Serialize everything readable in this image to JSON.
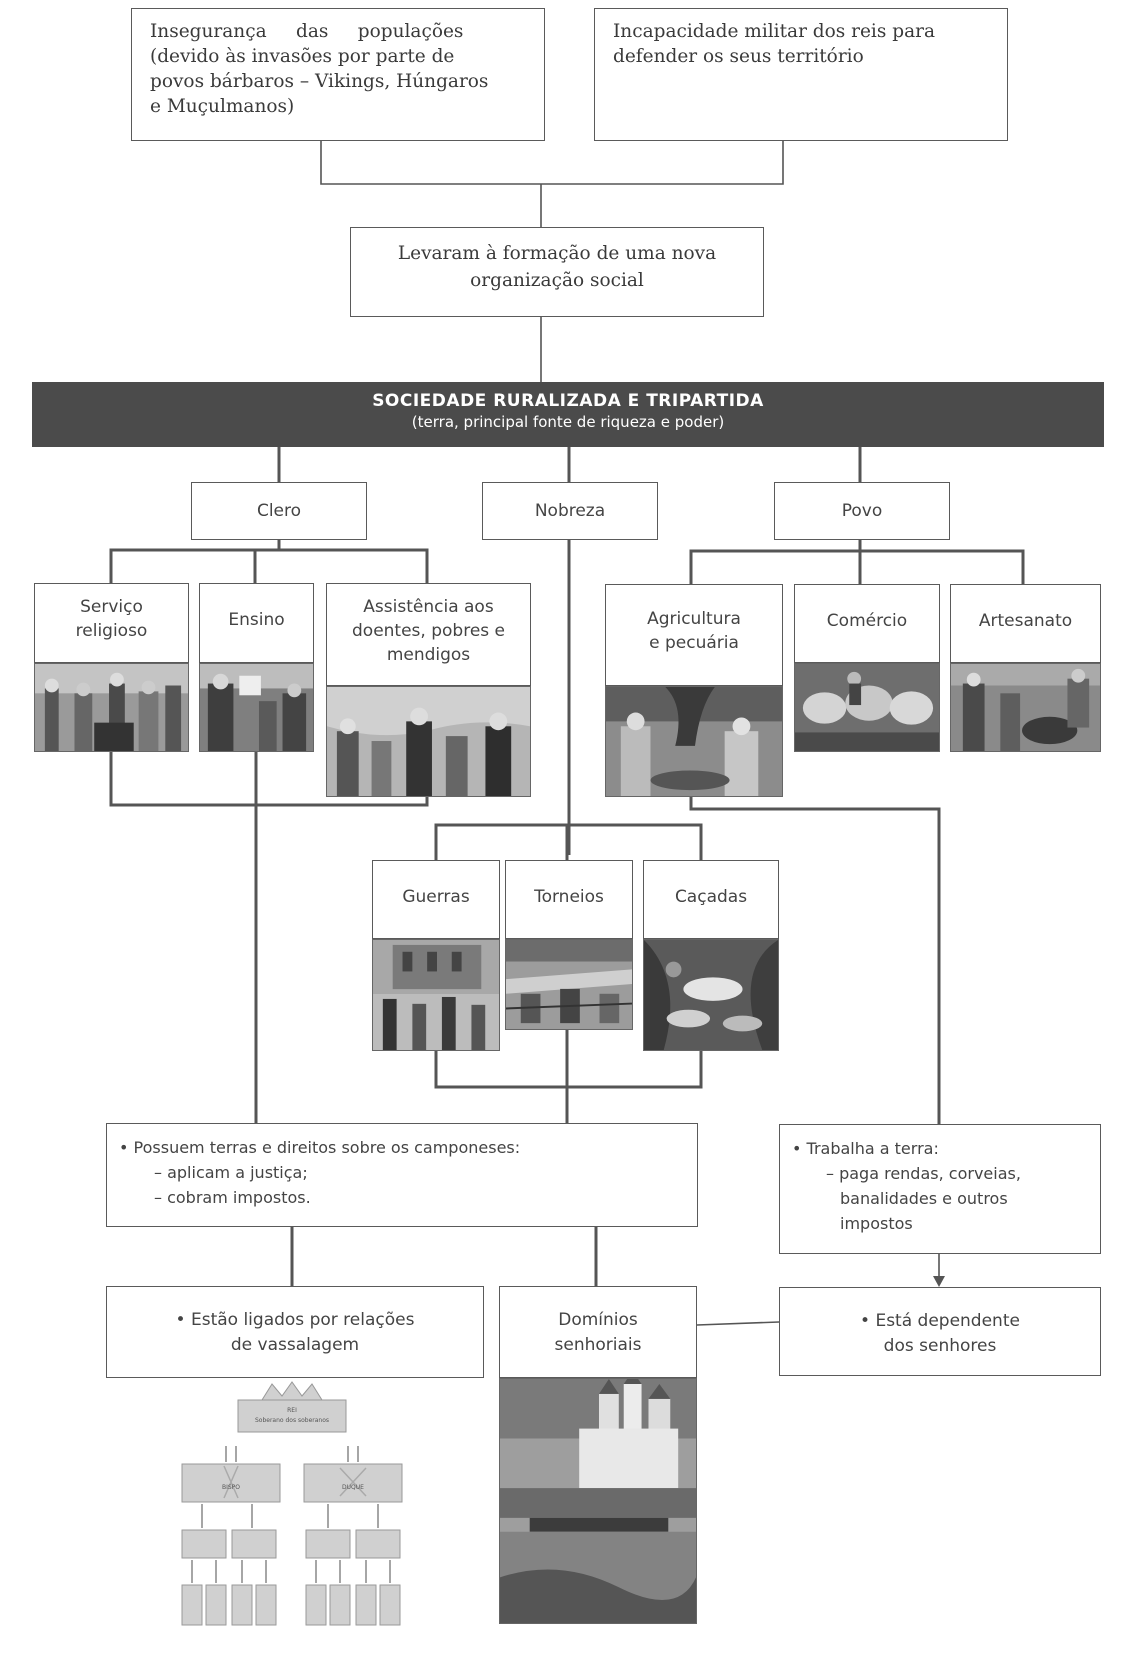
{
  "causes": {
    "left": "Insegurança das populações (devido às invasões por parte de povos bárbaros – Vikings, Húngaros e Muçulmanos)",
    "left_lines": [
      "Insegurança     das     populações",
      "(devido às invasões por parte de",
      "povos bárbaros – Vikings, Húngaros",
      "e Muçulmanos)"
    ],
    "right_lines": [
      "Incapacidade militar dos reis para",
      "defender os seus território"
    ]
  },
  "result_lines": [
    "Levaram à formação de uma nova",
    "organização social"
  ],
  "banner": {
    "title": "SOCIEDADE RURALIZADA E TRIPARTIDA",
    "subtitle": "(terra, principal fonte de riqueza e poder)"
  },
  "orders": {
    "clero": "Clero",
    "nobreza": "Nobreza",
    "povo": "Povo"
  },
  "clero_functions": {
    "servico": [
      "Serviço",
      "religioso"
    ],
    "ensino": [
      "Ensino"
    ],
    "assistencia": [
      "Assistência aos",
      "doentes, pobres e",
      "mendigos"
    ]
  },
  "povo_functions": {
    "agricultura": [
      "Agricultura",
      "e pecuária"
    ],
    "comercio": [
      "Comércio"
    ],
    "artesanato": [
      "Artesanato"
    ]
  },
  "nobreza_functions": {
    "guerras": "Guerras",
    "torneios": "Torneios",
    "cacadas": "Caçadas"
  },
  "privileged": {
    "line1": "• Possuem terras e direitos sobre os camponeses:",
    "line2": "– aplicam a justiça;",
    "line3": "– cobram impostos."
  },
  "worker": {
    "line1": "• Trabalha a terra:",
    "line2": "– paga rendas, corveias,",
    "line3": "banalidades e outros",
    "line4": "impostos"
  },
  "vassalage": [
    "• Estão ligados por relações",
    "de vassalagem"
  ],
  "dominios": [
    "Domínios",
    "senhoriais"
  ],
  "dependent": [
    "• Está dependente",
    "dos senhores"
  ],
  "hierarchy": {
    "king_line1": "REI",
    "king_line2": "Soberano dos soberanos",
    "bishop": "BISPO",
    "duke": "DUQUE"
  }
}
